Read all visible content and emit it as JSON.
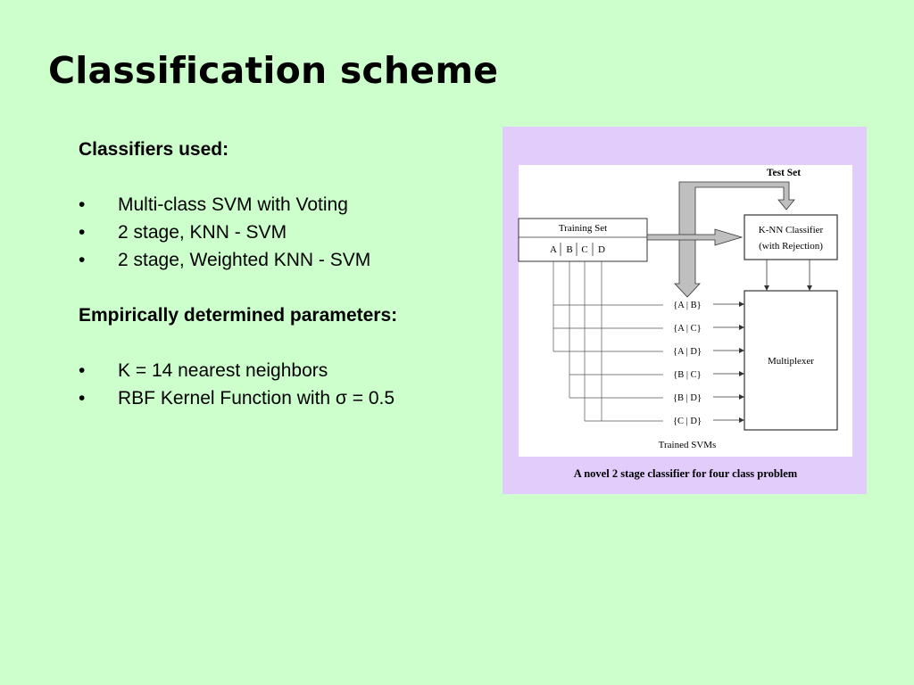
{
  "slide": {
    "title": "Classification scheme"
  },
  "content": {
    "classifiers_heading": "Classifiers used:",
    "classifiers": [
      "Multi-class SVM with Voting",
      "2 stage, KNN - SVM",
      "2 stage, Weighted KNN - SVM"
    ],
    "parameters_heading": "Empirically determined parameters:",
    "parameters": [
      "K = 14 nearest neighbors",
      "RBF Kernel Function with σ = 0.5"
    ],
    "bullet_glyph": "•"
  },
  "figure": {
    "test_set_label": "Test Set",
    "training_set_label": "Training Set",
    "training_set_classes": [
      "A",
      "B",
      "C",
      "D"
    ],
    "knn_label_line1": "K-NN Classifier",
    "knn_label_line2": "(with Rejection)",
    "multiplexer_label": "Multiplexer",
    "svm_pairs": [
      "{A | B}",
      "{A | C}",
      "{A | D}",
      "{B | C}",
      "{B | D}",
      "{C | D}"
    ],
    "trained_svms_label": "Trained SVMs",
    "caption": "A novel 2 stage classifier for four class problem"
  },
  "colors": {
    "background": "#ccffcc",
    "panel": "#e1ccfb",
    "arrow_fill": "#bfbfbf"
  }
}
